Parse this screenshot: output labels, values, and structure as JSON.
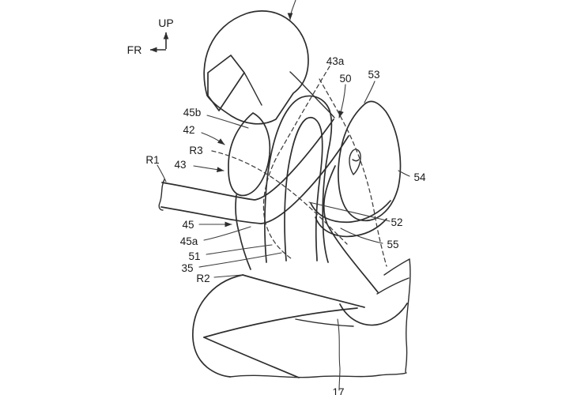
{
  "figure": {
    "type": "patent-line-drawing",
    "subject": "motorcycle rider with helmet and deployed airbag cross-section",
    "colors": {
      "background": "#ffffff",
      "line": "#2e2e2e",
      "label": "#1a1a1a"
    },
    "orientation": {
      "up": "UP",
      "fr": "FR"
    },
    "labels": {
      "l43a": "43a",
      "l50": "50",
      "l53": "53",
      "l45b": "45b",
      "l42": "42",
      "lR3": "R3",
      "lR1": "R1",
      "l43": "43",
      "l45": "45",
      "l45a": "45a",
      "l51": "51",
      "l35": "35",
      "lR2": "R2",
      "l54": "54",
      "l52": "52",
      "l55": "55",
      "l17": "17"
    }
  }
}
